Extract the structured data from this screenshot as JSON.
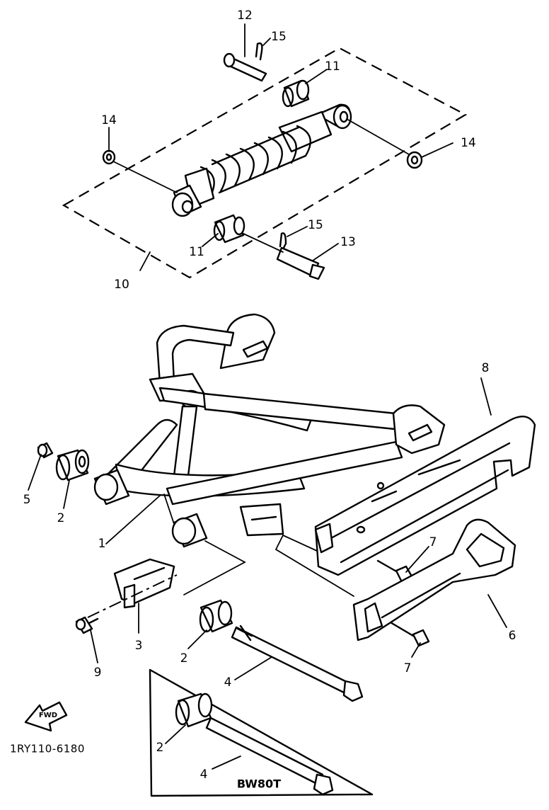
{
  "callouts": {
    "c1": "1",
    "c2a": "2",
    "c2b": "2",
    "c2c": "2",
    "c3": "3",
    "c4a": "4",
    "c4b": "4",
    "c5": "5",
    "c6": "6",
    "c7a": "7",
    "c7b": "7",
    "c8": "8",
    "c9": "9",
    "c10": "10",
    "c11a": "11",
    "c11b": "11",
    "c12": "12",
    "c13": "13",
    "c14a": "14",
    "c14b": "14",
    "c15a": "15",
    "c15b": "15"
  },
  "fwd_label": "FWD",
  "diagram_code": "1RY110-6180",
  "variant_label": "BW80T",
  "icons": {
    "forward": "fwd-arrow-icon"
  },
  "colors": {
    "ink": "#000000",
    "paper": "#ffffff"
  }
}
